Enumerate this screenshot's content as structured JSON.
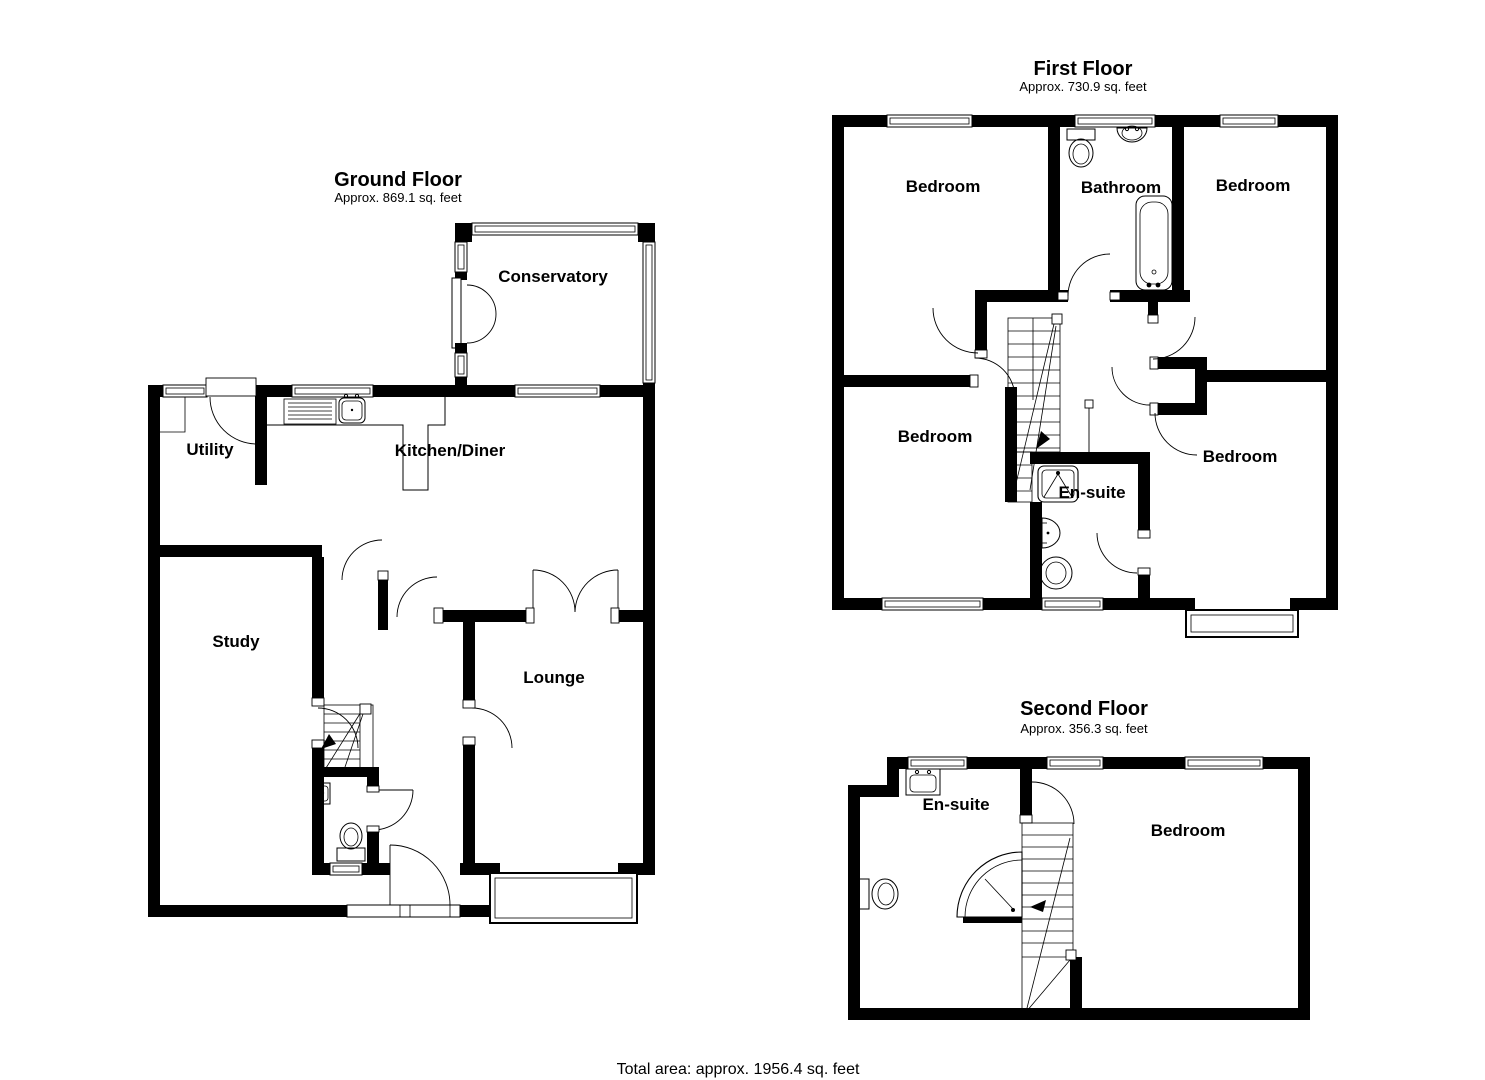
{
  "page": {
    "background": "#ffffff",
    "wall_color": "#000000"
  },
  "floors": {
    "ground": {
      "title": "Ground Floor",
      "area": "Approx. 869.1 sq. feet",
      "rooms": {
        "conservatory": "Conservatory",
        "utility": "Utility",
        "kitchen_diner": "Kitchen/Diner",
        "study": "Study",
        "lounge": "Lounge"
      }
    },
    "first": {
      "title": "First Floor",
      "area": "Approx. 730.9 sq. feet",
      "rooms": {
        "bedroom_top_left": "Bedroom",
        "bathroom": "Bathroom",
        "bedroom_top_right": "Bedroom",
        "bedroom_bottom_left": "Bedroom",
        "ensuite": "En-suite",
        "bedroom_bottom_right": "Bedroom"
      }
    },
    "second": {
      "title": "Second Floor",
      "area": "Approx. 356.3 sq. feet",
      "rooms": {
        "ensuite": "En-suite",
        "bedroom": "Bedroom"
      }
    }
  },
  "footer": {
    "total_area": "Total area: approx. 1956.4 sq. feet"
  }
}
